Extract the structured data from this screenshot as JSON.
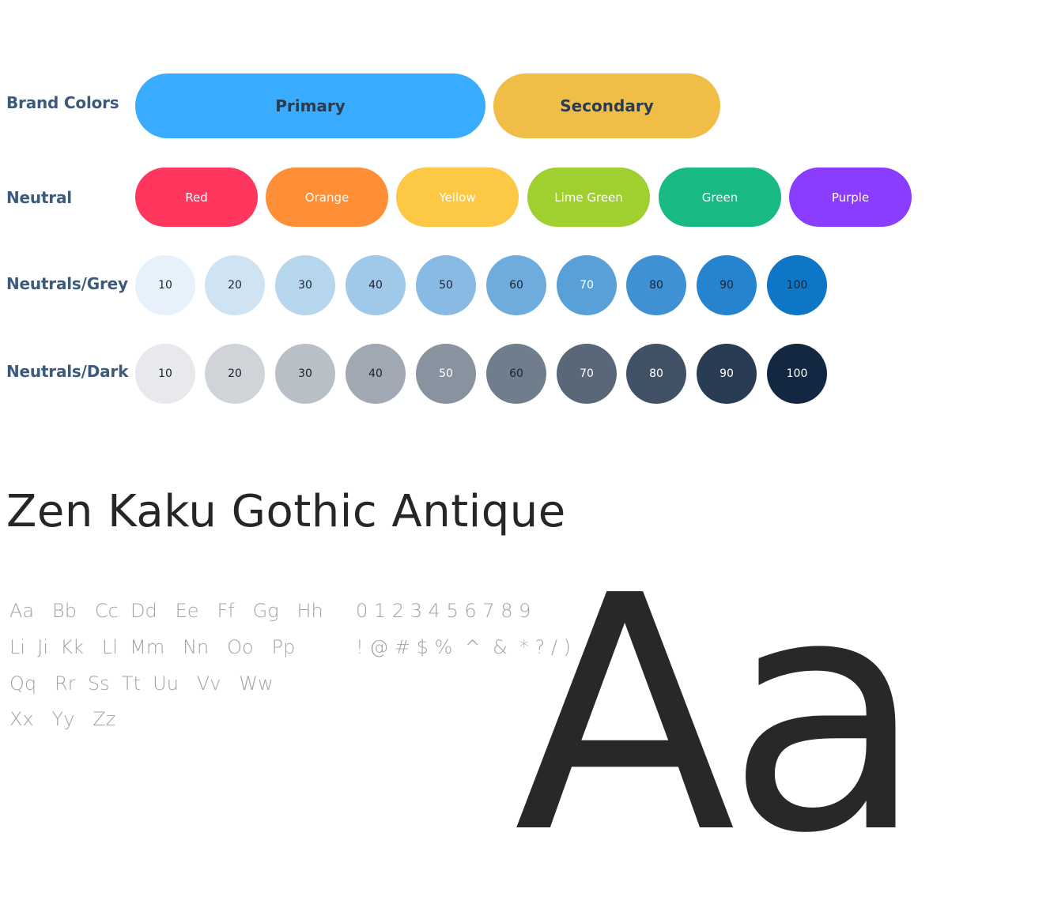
{
  "brand": {
    "label": "Brand Colors",
    "items": [
      {
        "name": "Primary",
        "color": "#3aacff",
        "text_color": "#2a3a4f"
      },
      {
        "name": "Secondary",
        "color": "#f0be47",
        "text_color": "#2a3a4f"
      }
    ]
  },
  "neutral": {
    "label": "Neutral",
    "items": [
      {
        "name": "Red",
        "color": "#ff375e"
      },
      {
        "name": "Orange",
        "color": "#ff8f37"
      },
      {
        "name": "Yellow",
        "color": "#fdc844"
      },
      {
        "name": "Lime Green",
        "color": "#9fd030"
      },
      {
        "name": "Green",
        "color": "#19b985"
      },
      {
        "name": "Purple",
        "color": "#8b3dff"
      }
    ]
  },
  "grey": {
    "label": "Neutrals/Grey",
    "items": [
      {
        "name": "10",
        "color": "#e7f1fb",
        "text_color": "#1c2430"
      },
      {
        "name": "20",
        "color": "#cfe3f3",
        "text_color": "#1c2430"
      },
      {
        "name": "30",
        "color": "#b6d6ee",
        "text_color": "#1c2430"
      },
      {
        "name": "40",
        "color": "#9fc8e9",
        "text_color": "#1c2430"
      },
      {
        "name": "50",
        "color": "#88bae4",
        "text_color": "#1c2430"
      },
      {
        "name": "60",
        "color": "#6eacde",
        "text_color": "#1c2430"
      },
      {
        "name": "70",
        "color": "#57a0d8",
        "text_color": "#ffffff"
      },
      {
        "name": "80",
        "color": "#3f91d3",
        "text_color": "#1c2430"
      },
      {
        "name": "90",
        "color": "#2584cd",
        "text_color": "#1c2430"
      },
      {
        "name": "100",
        "color": "#0d76c6",
        "text_color": "#1c2430"
      }
    ]
  },
  "dark": {
    "label": "Neutrals/Dark",
    "items": [
      {
        "name": "10",
        "color": "#e8e9ec",
        "text_color": "#1c2430"
      },
      {
        "name": "20",
        "color": "#d0d4d9",
        "text_color": "#1c2430"
      },
      {
        "name": "30",
        "color": "#b8bfc6",
        "text_color": "#1c2430"
      },
      {
        "name": "40",
        "color": "#a0a9b3",
        "text_color": "#1c2430"
      },
      {
        "name": "50",
        "color": "#88939f",
        "text_color": "#ffffff"
      },
      {
        "name": "60",
        "color": "#707d8c",
        "text_color": "#1c2430"
      },
      {
        "name": "70",
        "color": "#596779",
        "text_color": "#ffffff"
      },
      {
        "name": "80",
        "color": "#425266",
        "text_color": "#ffffff"
      },
      {
        "name": "90",
        "color": "#2a3c53",
        "text_color": "#ffffff"
      },
      {
        "name": "100",
        "color": "#132740",
        "text_color": "#ffffff"
      }
    ]
  },
  "typography": {
    "font_name": "Zen Kaku Gothic Antique",
    "letter_lines": [
      "Aa   Bb   Cc  Dd   Ee   Ff   Gg   Hh",
      "Li  Ji  Kk   Ll  Mm   Nn   Oo   Pp",
      "Qq   Rr  Ss  Tt  Uu   Vv   Ww",
      "Xx   Yy   Zz"
    ],
    "symbol_lines": [
      "0 1 2 3 4 5 6 7 8 9",
      "! @ # $ %  ^  &  * ? / )"
    ],
    "specimen": "Aa"
  }
}
